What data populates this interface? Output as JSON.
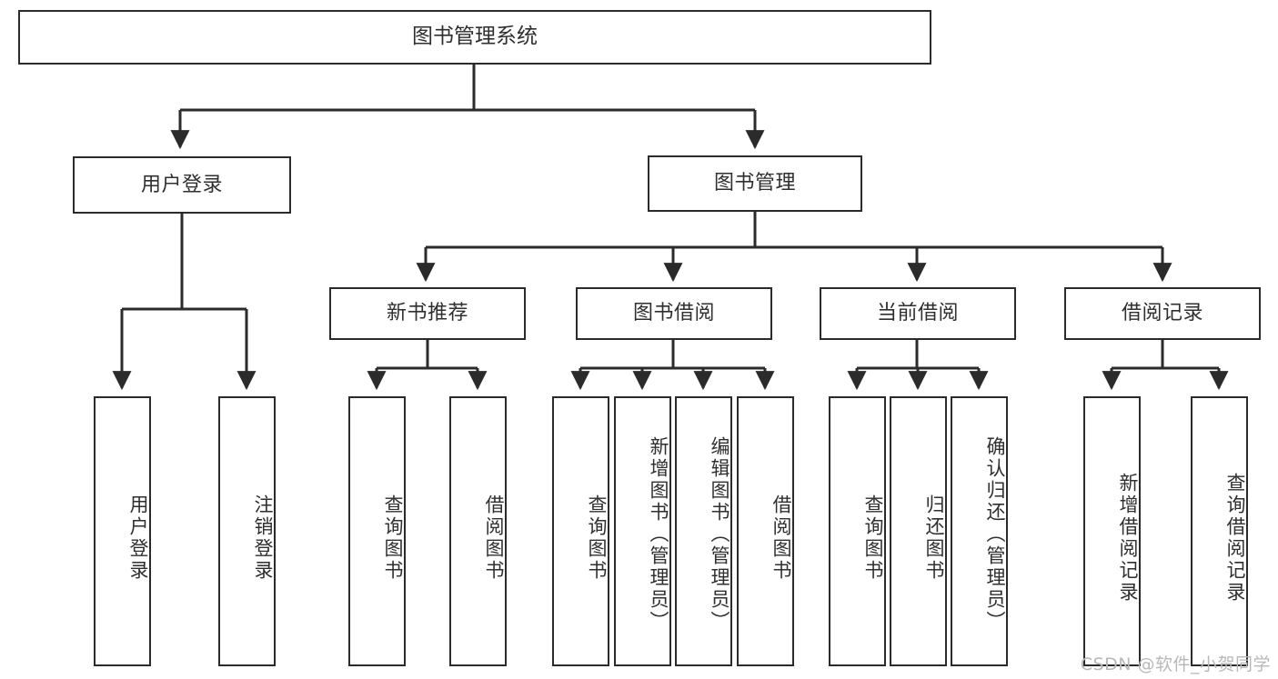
{
  "diagram": {
    "type": "tree",
    "title": "图书管理系统",
    "watermark": "CSDN @软件_小贺同学",
    "colors": {
      "box_border": "#2b2b2b",
      "box_fill": "#ffffff",
      "connector": "#2b2b2b",
      "text": "#2f2f2f",
      "watermark": "#b8b8b8",
      "background": "#ffffff"
    },
    "nodes": {
      "root": {
        "label": "图书管理系统"
      },
      "level2": [
        {
          "label": "用户登录"
        },
        {
          "label": "图书管理"
        }
      ],
      "level3": [
        {
          "label": "新书推荐"
        },
        {
          "label": "图书借阅"
        },
        {
          "label": "当前借阅"
        },
        {
          "label": "借阅记录"
        }
      ],
      "leaves": {
        "user_login": [
          {
            "label": "用户登录"
          },
          {
            "label": "注销登录"
          }
        ],
        "new_book_recommend": [
          {
            "label": "查询图书"
          },
          {
            "label": "借阅图书"
          }
        ],
        "book_borrow": [
          {
            "label": "查询图书"
          },
          {
            "label": "新增图书（管理员）"
          },
          {
            "label": "编辑图书（管理员）"
          },
          {
            "label": "借阅图书"
          }
        ],
        "current_borrow": [
          {
            "label": "查询图书"
          },
          {
            "label": "归还图书"
          },
          {
            "label": "确认归还（管理员）"
          }
        ],
        "borrow_record": [
          {
            "label": "新增借阅记录"
          },
          {
            "label": "查询借阅记录"
          }
        ]
      }
    }
  }
}
